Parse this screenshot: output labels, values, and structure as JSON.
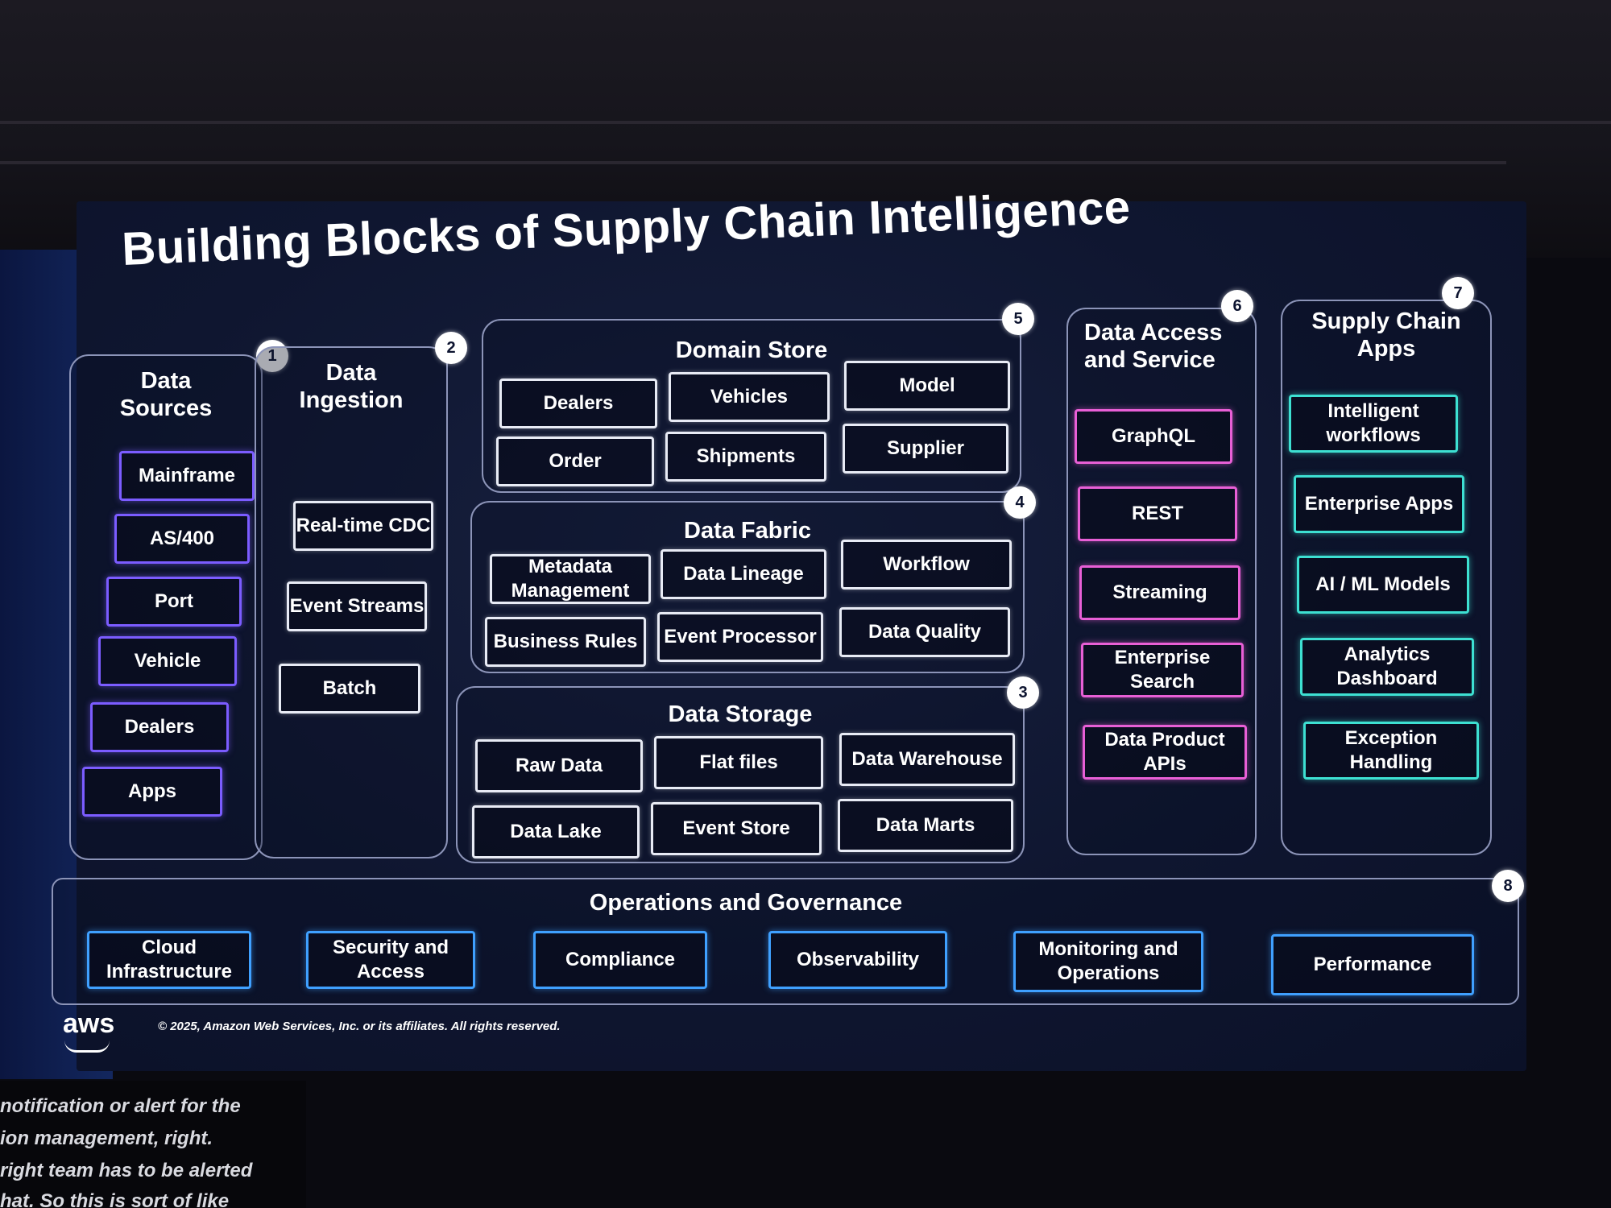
{
  "title": "Building Blocks of Supply Chain Intelligence",
  "sections": {
    "data_sources": {
      "badge": "1",
      "title": "Data Sources",
      "items": [
        "Mainframe",
        "AS/400",
        "Port",
        "Vehicle",
        "Dealers",
        "Apps"
      ]
    },
    "data_ingestion": {
      "badge": "2",
      "title": "Data Ingestion",
      "items": [
        "Real-time CDC",
        "Event Streams",
        "Batch"
      ]
    },
    "domain_store": {
      "badge": "5",
      "title": "Domain Store",
      "items": [
        "Dealers",
        "Vehicles",
        "Model",
        "Order",
        "Shipments",
        "Supplier"
      ]
    },
    "data_fabric": {
      "badge": "4",
      "title": "Data Fabric",
      "items": [
        "Metadata Management",
        "Data Lineage",
        "Workflow",
        "Business Rules",
        "Event Processor",
        "Data Quality"
      ]
    },
    "data_storage": {
      "badge": "3",
      "title": "Data Storage",
      "items": [
        "Raw Data",
        "Flat files",
        "Data Warehouse",
        "Data Lake",
        "Event Store",
        "Data Marts"
      ]
    },
    "data_access": {
      "badge": "6",
      "title": "Data Access and Service",
      "items": [
        "GraphQL",
        "REST",
        "Streaming",
        "Enterprise Search",
        "Data Product APIs"
      ]
    },
    "supply_chain_apps": {
      "badge": "7",
      "title": "Supply Chain Apps",
      "items": [
        "Intelligent workflows",
        "Enterprise Apps",
        "AI / ML Models",
        "Analytics Dashboard",
        "Exception Handling"
      ]
    },
    "operations": {
      "badge": "8",
      "title": "Operations and Governance",
      "items": [
        "Cloud Infrastructure",
        "Security and Access",
        "Compliance",
        "Observability",
        "Monitoring and Operations",
        "Performance"
      ]
    }
  },
  "footer": {
    "logo": "aws",
    "copyright": "© 2025, Amazon Web Services, Inc. or its affiliates. All rights reserved."
  },
  "caption": {
    "lines": [
      "notification or alert for the",
      "ion management, right.",
      "right team has to be alerted",
      "hat. So this is sort of like"
    ]
  },
  "colors": {
    "sources": "#7b5cff",
    "core": "#e8ebf5",
    "access": "#e85fd6",
    "apps": "#3de0d2",
    "operations": "#3fa0ff"
  }
}
